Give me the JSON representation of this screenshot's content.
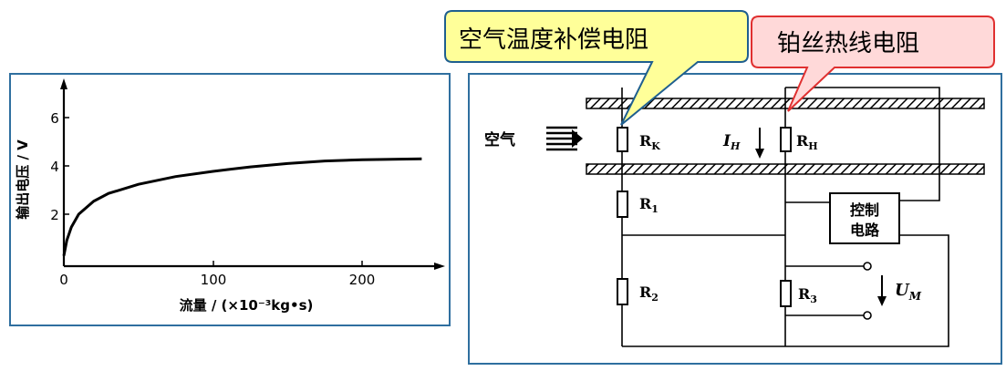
{
  "chart": {
    "ylabel": "输出电压 / V",
    "xlabel": "流量 / (×10⁻³kg•s)",
    "yticks": [
      "2",
      "4",
      "6"
    ],
    "xticks": [
      "0",
      "100",
      "200"
    ]
  },
  "chart_data": {
    "type": "line",
    "title": "",
    "xlabel": "流量 / (×10⁻³kg•s)",
    "ylabel": "输出电压 / V",
    "xlim": [
      0,
      250
    ],
    "ylim": [
      0,
      7
    ],
    "series": [
      {
        "x": [
          0,
          2,
          5,
          10,
          20,
          30,
          50,
          75,
          100,
          125,
          150,
          175,
          200,
          225,
          240
        ],
        "y": [
          0.4,
          1.0,
          1.5,
          2.0,
          2.5,
          2.8,
          3.15,
          3.45,
          3.65,
          3.82,
          3.95,
          4.05,
          4.1,
          4.12,
          4.13
        ]
      }
    ]
  },
  "diagram": {
    "air_label": "空气",
    "rk": {
      "main": "R",
      "sub": "K"
    },
    "rh": {
      "main": "R",
      "sub": "H"
    },
    "ih": {
      "main": "I",
      "sub": "H"
    },
    "r1": {
      "main": "R",
      "sub": "1"
    },
    "r2": {
      "main": "R",
      "sub": "2"
    },
    "r3": {
      "main": "R",
      "sub": "3"
    },
    "um": {
      "main": "U",
      "sub": "M"
    },
    "control_line1": "控制",
    "control_line2": "电路"
  },
  "callouts": {
    "yellow": "空气温度补偿电阻",
    "pink": "铂丝热线电阻"
  },
  "colors": {
    "panel_border": "#2f6f9f",
    "yellow_fill": "#ffff99",
    "pink_fill": "#ffd9d9",
    "pink_border": "#e03030"
  }
}
